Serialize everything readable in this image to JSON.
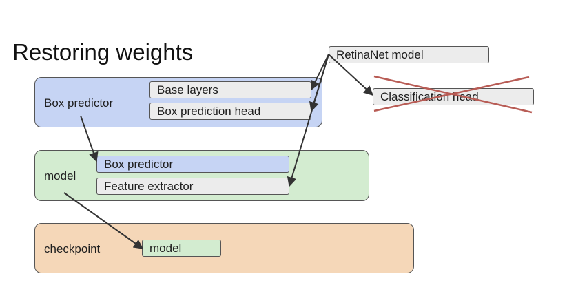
{
  "title": "Restoring weights",
  "colors": {
    "box_predictor_group": "#c6d4f4",
    "model_group": "#d3ecd0",
    "checkpoint_group": "#f5d7b8",
    "grey_box": "#ececec",
    "blue_box": "#c6d4f4",
    "green_box": "#d3ecd0",
    "arrow": "#333333",
    "cross": "#b85c55"
  },
  "groups": {
    "box_predictor": {
      "label": "Box predictor"
    },
    "model": {
      "label": "model"
    },
    "checkpoint": {
      "label": "checkpoint"
    }
  },
  "boxes": {
    "base_layers": "Base layers",
    "box_prediction_head": "Box prediction head",
    "model_box_predictor": "Box predictor",
    "feature_extractor": "Feature extractor",
    "checkpoint_model": "model",
    "retinanet_model": "RetinaNet model",
    "classification_head": "Classification head"
  },
  "annotations": {
    "classification_head_crossed_out": true
  }
}
